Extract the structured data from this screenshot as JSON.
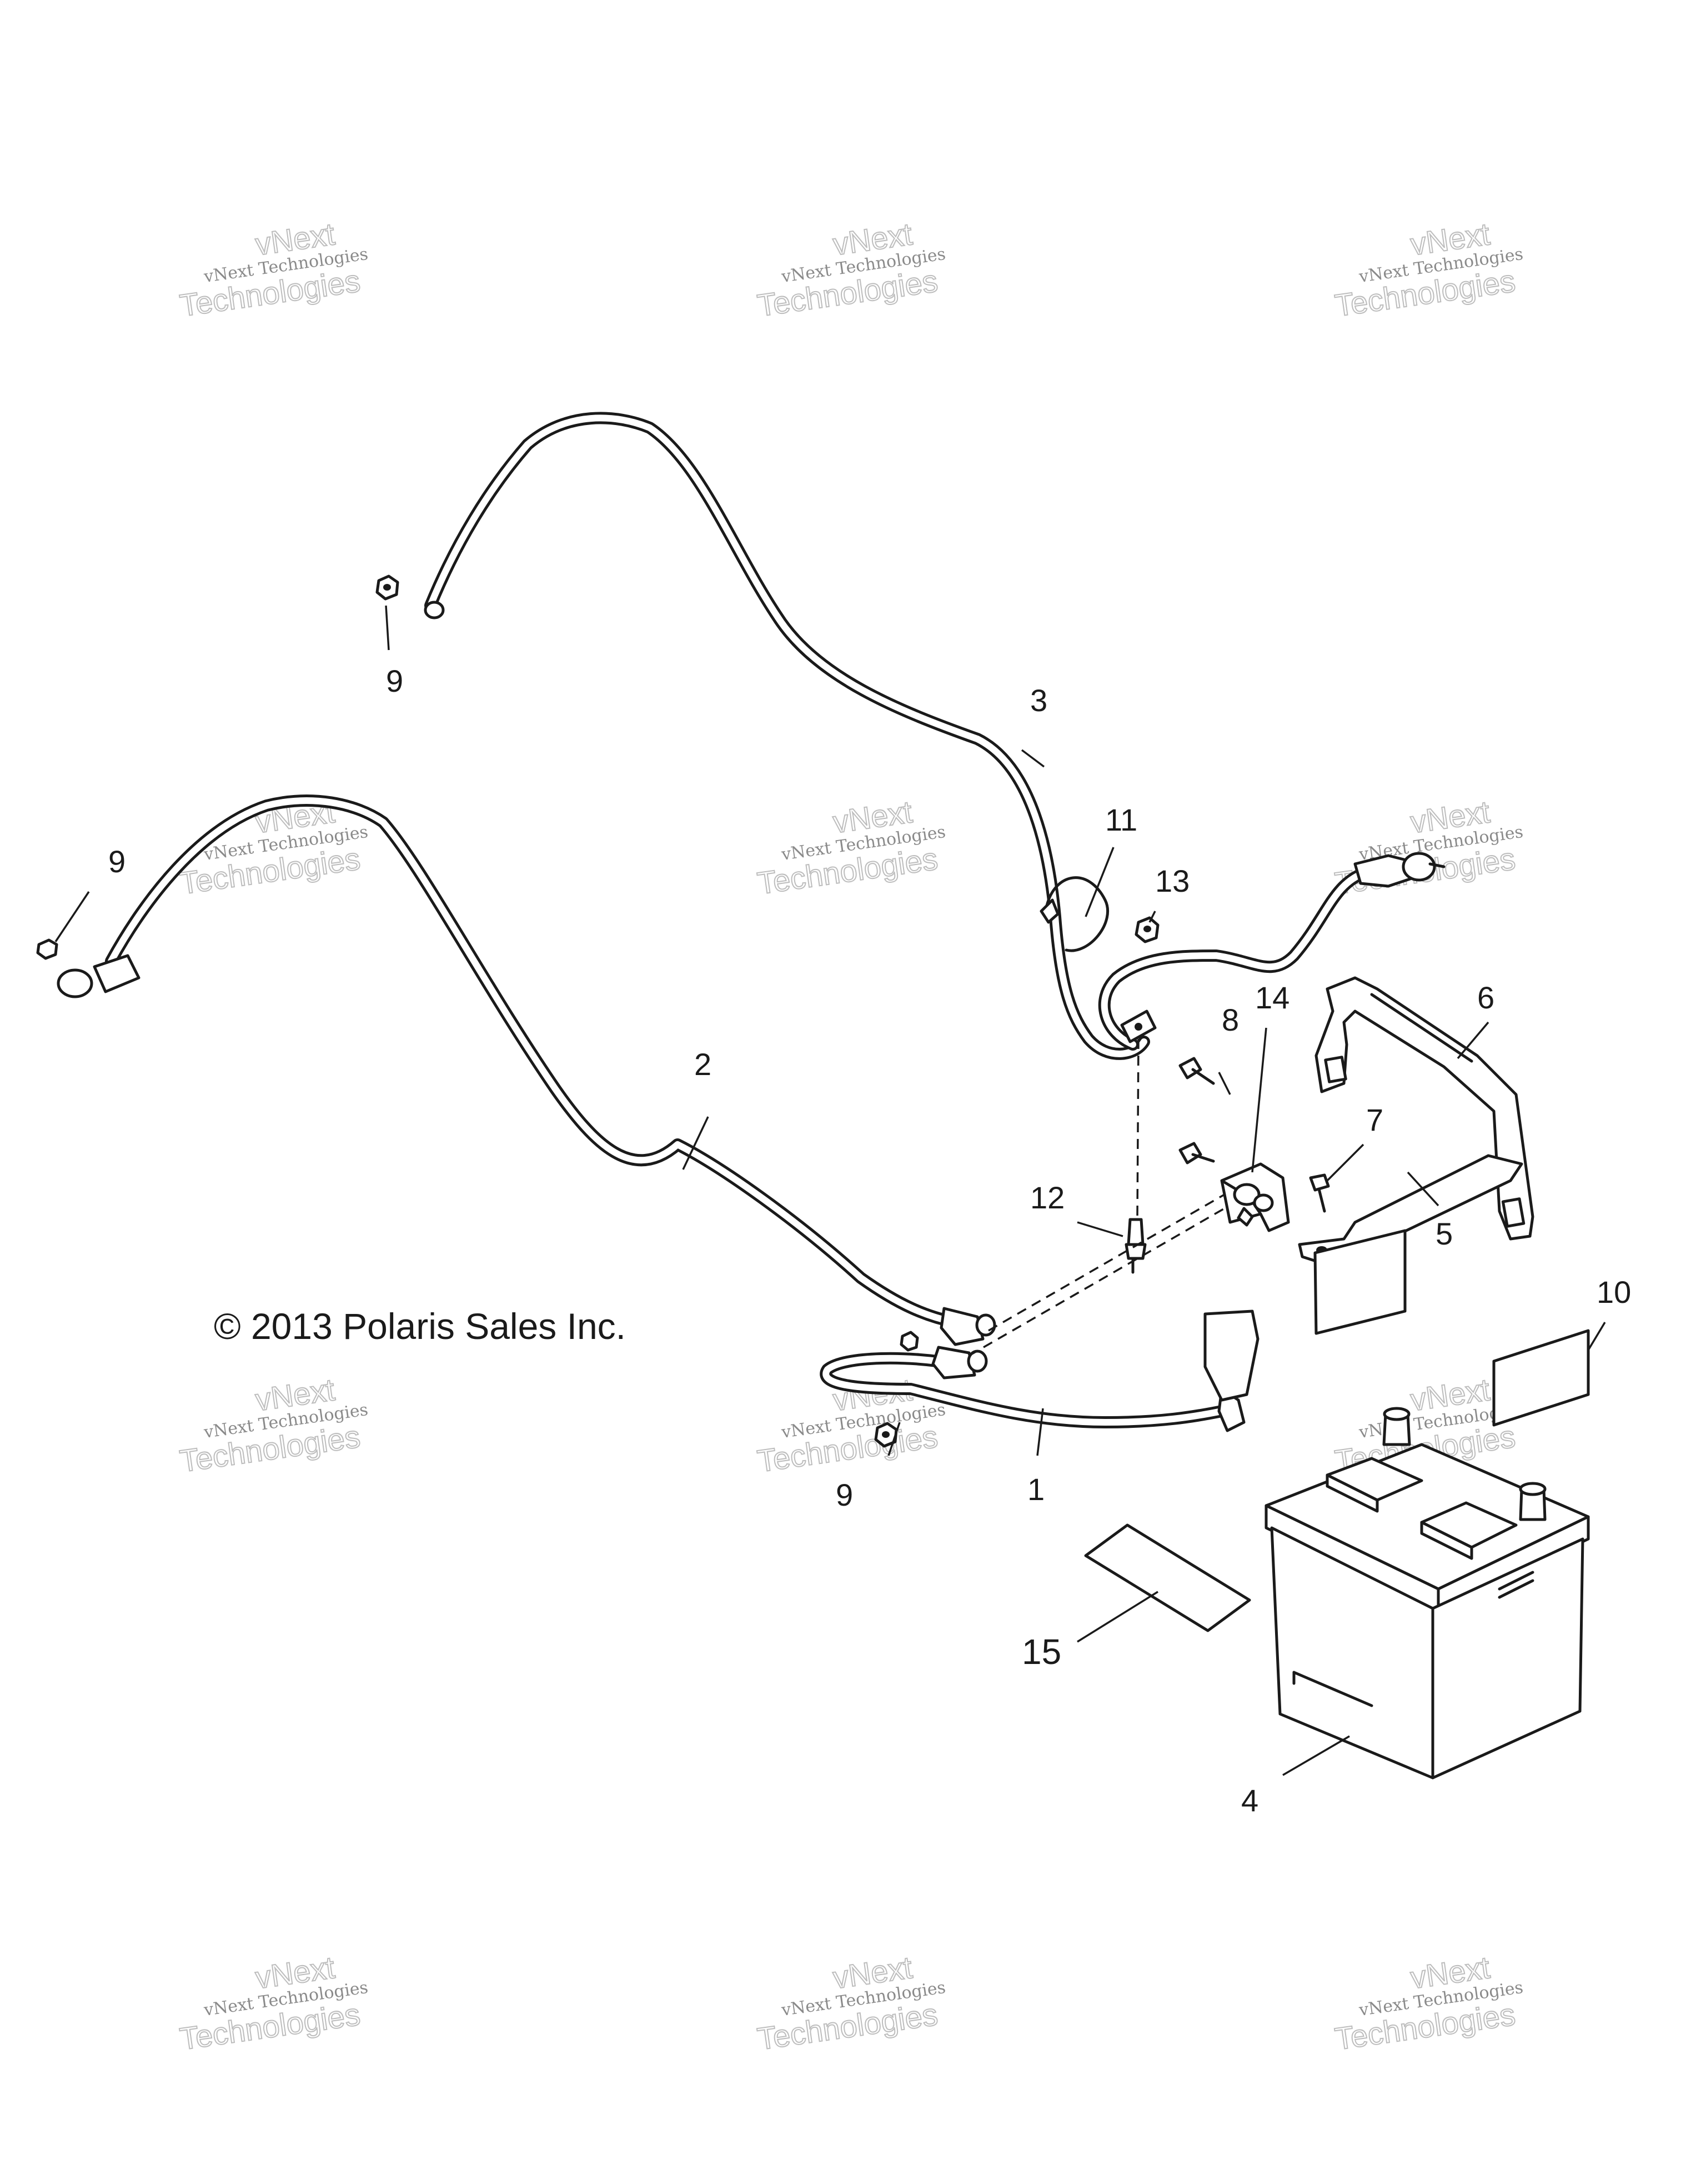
{
  "copyright": "© 2013 Polaris Sales Inc.",
  "watermark": {
    "small_text": "vNext Technologies",
    "big_line1": "vNext",
    "big_line2": "Technologies"
  },
  "callouts": {
    "c1": "1",
    "c2": "2",
    "c3": "3",
    "c4": "4",
    "c5": "5",
    "c6": "6",
    "c7": "7",
    "c8": "8",
    "c9a": "9",
    "c9b": "9",
    "c9c": "9",
    "c10": "10",
    "c11": "11",
    "c12": "12",
    "c13": "13",
    "c14": "14",
    "c15": "15"
  }
}
